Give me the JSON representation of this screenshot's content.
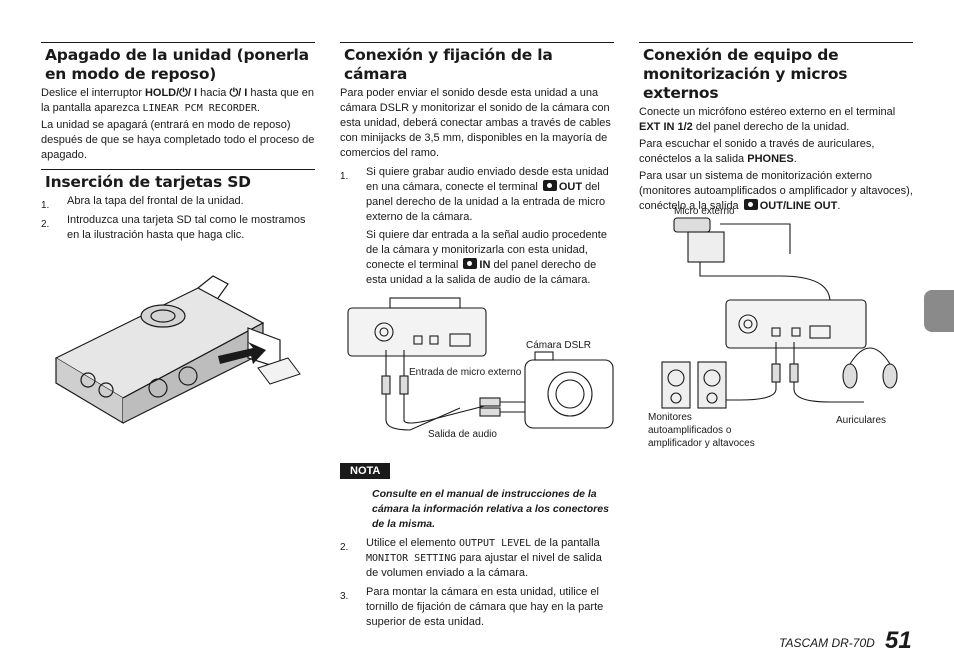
{
  "col1": {
    "h1": "Apagado de la unidad (ponerla en modo de reposo)",
    "p1a": "Deslice el interruptor ",
    "p1b": "HOLD/",
    "p1c": "⏻/ I",
    "p1d": " hacia ",
    "p1e": "⏻/ I",
    "p1f": " hasta que en la pantalla aparezca ",
    "p1g": "LINEAR PCM RECORDER",
    "p1h": ".",
    "p2": "La unidad se apagará (entrará en modo de reposo) después de que se haya completado todo el proceso de apagado.",
    "h2": "Inserción de tarjetas SD",
    "s1n": "1.",
    "s1": "Abra la tapa del frontal de la unidad.",
    "s2n": "2.",
    "s2": "Introduzca una tarjeta SD tal como le mostramos en la ilustración hasta que haga clic."
  },
  "col2": {
    "h1": "Conexión y fijación de la cámara",
    "p1": "Para poder enviar el sonido desde esta unidad a una cámara DSLR y monitorizar el sonido de la cámara con esta unidad, deberá conectar ambas a través de cables con minijacks de 3,5 mm, disponibles en la mayoría de comercios del ramo.",
    "s1n": "1.",
    "s1a": "Si quiere grabar audio enviado desde esta unidad en una cámara, conecte el terminal ",
    "s1b": "OUT",
    "s1c": " del panel derecho de la unidad a la entrada de micro externo de la cámara.",
    "s1d": "Si quiere dar entrada a la señal audio procedente de la cámara y monitorizarla con esta unidad, conecte el terminal ",
    "s1e": "IN",
    "s1f": " del panel derecho de esta unidad a la salida de audio de la cámara.",
    "fig_in": "Entrada de micro externo",
    "fig_cam": "Cámara DSLR",
    "fig_out": "Salida de audio",
    "nota": "NOTA",
    "nota_text": "Consulte en el manual de instrucciones de la cámara la información relativa a los conectores de la misma.",
    "s2n": "2.",
    "s2a": "Utilice el elemento ",
    "s2b": "OUTPUT LEVEL",
    "s2c": " de la pantalla ",
    "s2d": "MONITOR SETTING",
    "s2e": " para ajustar el nivel de salida de volumen enviado a la cámara.",
    "s3n": "3.",
    "s3": "Para montar la cámara en esta unidad, utilice el tornillo de fijación de cámara que hay en la parte superior de esta unidad."
  },
  "col3": {
    "h1": "Conexión de equipo de monitorización y micros externos",
    "p1a": "Conecte un micrófono estéreo externo en el terminal ",
    "p1b": "EXT IN 1/2",
    "p1c": " del panel derecho de la unidad.",
    "p2a": "Para escuchar el sonido a través de auriculares, conéctelos a la salida ",
    "p2b": "PHONES",
    "p2c": ".",
    "p3a": "Para usar un sistema de monitorización externo (monitores autoamplificados o amplificador y altavoces), conéctelo a la salida ",
    "p3b": "OUT/LINE OUT",
    "p3c": ".",
    "fig_mic": "Micro externo",
    "fig_mon": "Monitores autoamplificados o amplificador y altavoces",
    "fig_head": "Auriculares"
  },
  "footer": {
    "model": "TASCAM DR-70D",
    "page": "51"
  }
}
